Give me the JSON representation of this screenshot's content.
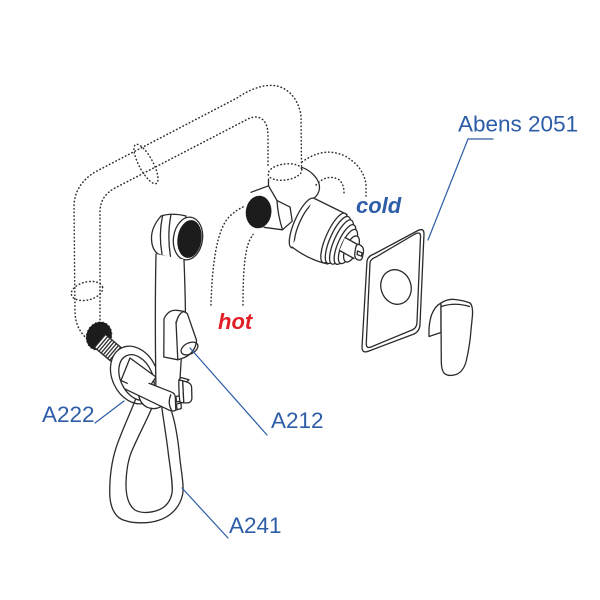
{
  "diagram": {
    "title": "Abens 2051",
    "type": "technical line drawing of concealed bidet hand-shower mixer set",
    "labels": {
      "product": "Abens 2051",
      "cold": "cold",
      "hot": "hot",
      "part_wall_elbow": "A222",
      "part_holder": "A212",
      "part_hose": "A241"
    },
    "colors": {
      "label_blue": "#2d5da7",
      "label_red": "#e11e26",
      "line_ink": "#2b2b2b",
      "background": "#ffffff"
    },
    "parts": [
      {
        "code": "A222",
        "points_to": "wall outlet elbow with flange"
      },
      {
        "code": "A212",
        "points_to": "hand shower holder bracket"
      },
      {
        "code": "A241",
        "points_to": "shower hose"
      },
      {
        "code": "Abens 2051",
        "points_to": "built-in mixer with wall plate and lever"
      }
    ],
    "water_lines": [
      {
        "name": "hot",
        "style": "dotted supply stub at lower left of mixer"
      },
      {
        "name": "cold",
        "style": "dotted supply stub at upper right of mixer"
      },
      {
        "name": "in-wall pipe",
        "style": "dashed route from mixer tee up, across and down to wall outlet"
      }
    ]
  }
}
